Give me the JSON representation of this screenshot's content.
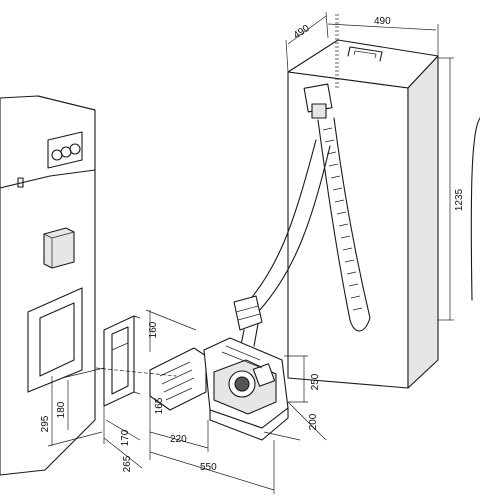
{
  "dimensions": {
    "hopper_depth": "490",
    "hopper_width": "490",
    "hopper_height": "1235",
    "burner_top": "160",
    "burner_lower": "165",
    "flange_offset": "220",
    "burner_length": "550",
    "flange_height": "180",
    "door_height": "295",
    "flange_width": "170",
    "flange_depth": "265",
    "burner_height": "250",
    "burner_base": "200"
  }
}
